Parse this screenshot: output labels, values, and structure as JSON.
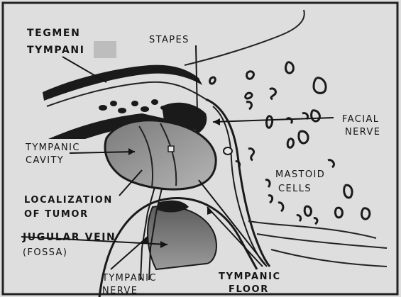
{
  "labels": {
    "tegmen": "TEGMEN",
    "tympani": "TYMPANI",
    "stapes": "STAPES",
    "facial": "FACIAL",
    "nerve_right": "NERVE",
    "tympanic_cavity_1": "TYMPANIC",
    "tympanic_cavity_2": "CAVITY",
    "mastoid": "MASTOID",
    "cells": "CELLS",
    "localization": "LOCALIZATION",
    "of_tumor": "OF TUMOR",
    "jugular_vein": "JUGULAR VEIN",
    "fossa": "(FOSSA)",
    "tympanic_nerve_1": "TYMPANIC",
    "tympanic_nerve_2": "NERVE",
    "tympanic_floor_1": "TYMPANIC",
    "tympanic_floor_2": "FLOOR"
  },
  "colors": {
    "background": "#dedede",
    "ink": "#151515",
    "tissue": "#a9a9a9",
    "tumor": "#7d7d7d"
  }
}
